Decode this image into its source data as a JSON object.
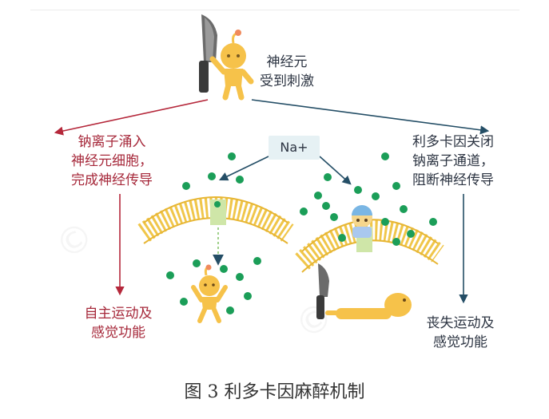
{
  "labels": {
    "neuron_stimulated": "神经元\n受到刺激",
    "left_branch": "钠离子涌入\n神经元细胞，\n完成神经传导",
    "right_branch": "利多卡因关闭\n钠离子通道，\n阻断神经传导",
    "ion": "Na+",
    "left_result": "自主运动及\n感觉功能",
    "right_result": "丧失运动及\n感觉功能"
  },
  "caption": "图 3  利多卡因麻醉机制",
  "watermark": "©",
  "colors": {
    "red_arrow": "#b5283b",
    "blue_arrow": "#244e66",
    "membrane": "#f0c64a",
    "channel": "#cfe6a8",
    "ion_dot": "#1b9e58",
    "label_red": "#a6283a",
    "label_dark": "#2c3442",
    "figure": "#f6c24a"
  },
  "icons": {
    "knife": "knife-icon",
    "neuron_figure": "neuron-figure-icon",
    "lidocaine_figure": "lidocaine-figure-icon",
    "lying_figure": "lying-figure-icon"
  }
}
